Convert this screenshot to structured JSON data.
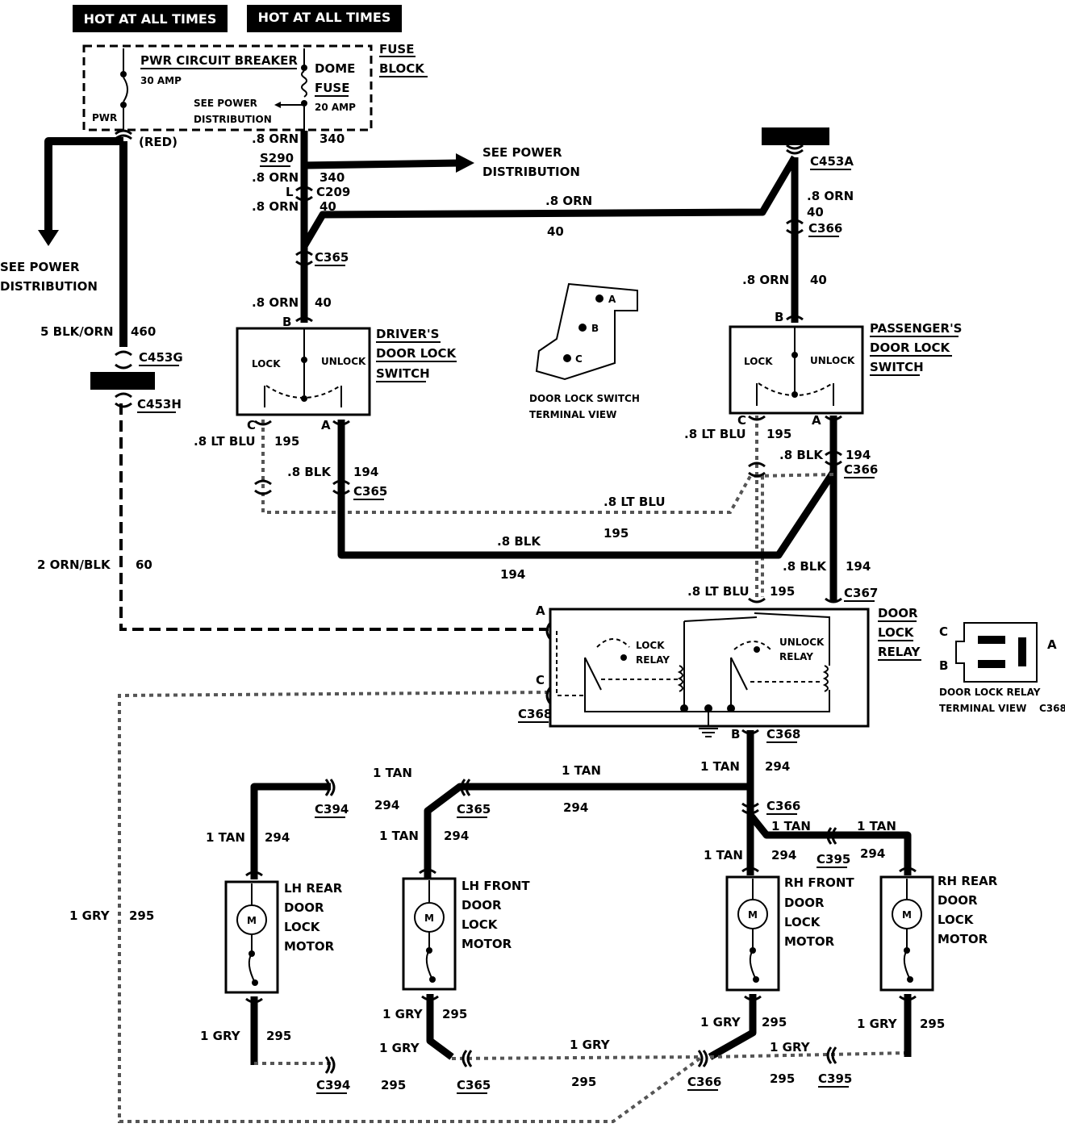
{
  "header": {
    "hot1": "HOT AT ALL TIMES",
    "hot2": "HOT AT ALL TIMES"
  },
  "fuse_block": {
    "label1": "FUSE",
    "label2": "BLOCK",
    "breaker": "PWR CIRCUIT BREAKER",
    "breaker_amp": "30 AMP",
    "pwr": "PWR",
    "dome1": "DOME",
    "dome2": "FUSE",
    "dome_amp": "20 AMP",
    "see1": "SEE POWER",
    "see2": "DISTRIBUTION",
    "red": "(RED)"
  },
  "see_power_left": {
    "l1": "SEE POWER",
    "l2": "DISTRIBUTION"
  },
  "see_power_mid": {
    "l1": "SEE POWER",
    "l2": "DISTRIBUTION"
  },
  "wires": {
    "orn340a": ".8 ORN",
    "n340a": "340",
    "s290": "S290",
    "orn340b": ".8 ORN",
    "n340b": "340",
    "l": "L",
    "c209": "C209",
    "orn40a": ".8 ORN",
    "n40a": "40",
    "orn40top": ".8 ORN",
    "n40top": "40",
    "c365a": "C365",
    "orn40b": ".8 ORN",
    "n40b": "40",
    "blkorn": "5 BLK/ORN",
    "n460": "460",
    "c453g": "C453G",
    "c453h": "C453H",
    "ornblk": "2 ORN/BLK",
    "n60": "60",
    "c453a": "C453A",
    "orn40c": ".8 ORN",
    "n40c": "40",
    "c366a": "C366",
    "orn40d": ".8 ORN",
    "n40d": "40",
    "ltblu_l": ".8 LT BLU",
    "n195_l": "195",
    "blk_l": ".8 BLK",
    "n194_l": "194",
    "c365b": "C365",
    "ltblu_r": ".8 LT BLU",
    "n195_r": "195",
    "blk_r": ".8 BLK",
    "n194_r": "194",
    "c366b": "C366",
    "ltblu_mid": ".8 LT BLU",
    "n195_mid": "195",
    "blk_mid": ".8 BLK",
    "n194_mid": "194",
    "blk_r2": ".8 BLK",
    "n194_r2": "194",
    "ltblu_r2": ".8 LT BLU",
    "n195_r2": "195",
    "c367": "C367",
    "c368a": "C368",
    "c368b": "C368",
    "tan_1": "1 TAN",
    "n294_1": "294",
    "c394a": "C394",
    "tan_2": "1 TAN",
    "n294_2": "294",
    "c365c": "C365",
    "tan_3": "1 TAN",
    "n294_3": "294",
    "tan_4": "1 TAN",
    "n294_4": "294",
    "c366c": "C366",
    "tan_5": "1 TAN",
    "tan_6": "1 TAN",
    "n294_6": "294",
    "tan_lhr": "1 TAN",
    "n294_lhr": "294",
    "tan_lhf": "1 TAN",
    "n294_lhf": "294",
    "tan_rhf": "1 TAN",
    "n294_rhf": "294",
    "c395a": "C395",
    "gry_l": "1 GRY",
    "n295_l": "295",
    "gry_lhr": "1 GRY",
    "n295_lhr": "295",
    "gry_lhf": "1 GRY",
    "n295_lhf": "295",
    "gry_b1": "1 GRY",
    "n295_b1": "295",
    "c394b": "C394",
    "c365d": "C365",
    "gry_b2": "1 GRY",
    "n295_b2": "295",
    "c366d": "C366",
    "gry_rhf": "1 GRY",
    "n295_rhf": "295",
    "gry_b3": "1 GRY",
    "n295_b3": "295",
    "c395b": "C395",
    "gry_rhr": "1 GRY",
    "n295_rhr": "295"
  },
  "drivers_switch": {
    "t1": "DRIVER'S",
    "t2": "DOOR LOCK",
    "t3": "SWITCH",
    "lock": "LOCK",
    "unlock": "UNLOCK",
    "b": "B",
    "c": "C",
    "a": "A"
  },
  "pass_switch": {
    "t1": "PASSENGER'S",
    "t2": "DOOR LOCK",
    "t3": "SWITCH",
    "lock": "LOCK",
    "unlock": "UNLOCK",
    "b": "B",
    "c": "C",
    "a": "A"
  },
  "switch_view": {
    "a": "A",
    "b": "B",
    "c": "C",
    "l1": "DOOR LOCK SWITCH",
    "l2": "TERMINAL VIEW"
  },
  "relay": {
    "t1": "DOOR",
    "t2": "LOCK",
    "t3": "RELAY",
    "lock1": "LOCK",
    "lock2": "RELAY",
    "unlock1": "UNLOCK",
    "unlock2": "RELAY",
    "a": "A",
    "c": "C",
    "b": "B"
  },
  "relay_view": {
    "c": "C",
    "b": "B",
    "a": "A",
    "l1": "DOOR LOCK RELAY",
    "l2": "TERMINAL VIEW",
    "l3": "C368"
  },
  "motors": {
    "lhr": [
      "LH REAR",
      "DOOR",
      "LOCK",
      "MOTOR"
    ],
    "lhf": [
      "LH FRONT",
      "DOOR",
      "LOCK",
      "MOTOR"
    ],
    "rhf": [
      "RH FRONT",
      "DOOR",
      "LOCK",
      "MOTOR"
    ],
    "rhr": [
      "RH REAR",
      "DOOR",
      "LOCK",
      "MOTOR"
    ],
    "m": "M"
  }
}
